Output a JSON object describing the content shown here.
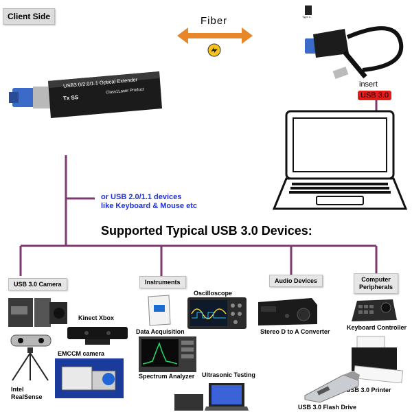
{
  "header": {
    "client_side": "Client Side",
    "fiber": "Fiber",
    "insert": "insert",
    "usb30_badge": "USB 3.0"
  },
  "extender": {
    "label_line1": "USB3.0/2.0/1.1 Optical Extender",
    "label_tx": "Tx SS",
    "label_class": "Class1Laser Product"
  },
  "adapter_label": "Type C",
  "note_blue": {
    "line1": "or USB 2.0/1.1 devices",
    "line2": "like Keyboard & Mouse etc"
  },
  "heading": "Supported Typical USB 3.0 Devices:",
  "categories": {
    "usb_camera": "USB 3.0 Camera",
    "instruments": "Instruments",
    "audio": "Audio Devices",
    "peripherals": "Computer\nPeripherals"
  },
  "devices": {
    "kinect": "Kinect Xbox",
    "emccm": "EMCCM camera",
    "realsense": "Intel\nRealSense",
    "data_acq": "Data Acquisition",
    "oscilloscope": "Oscilloscope",
    "spectrum": "Spectrum Analyzer",
    "ultrasonic": "Ultrasonic Testing",
    "stereo": "Stereo D to A Converter",
    "keyboard_ctrl": "Keyboard Controller",
    "printer": "USB 3.0 Printer",
    "flash": "USB 3.0 Flash Drive"
  },
  "colors": {
    "line": "#7c3a70",
    "arrow": "#e8862a",
    "badge_red": "#e21b1b",
    "blue_text": "#1f2fd6"
  }
}
